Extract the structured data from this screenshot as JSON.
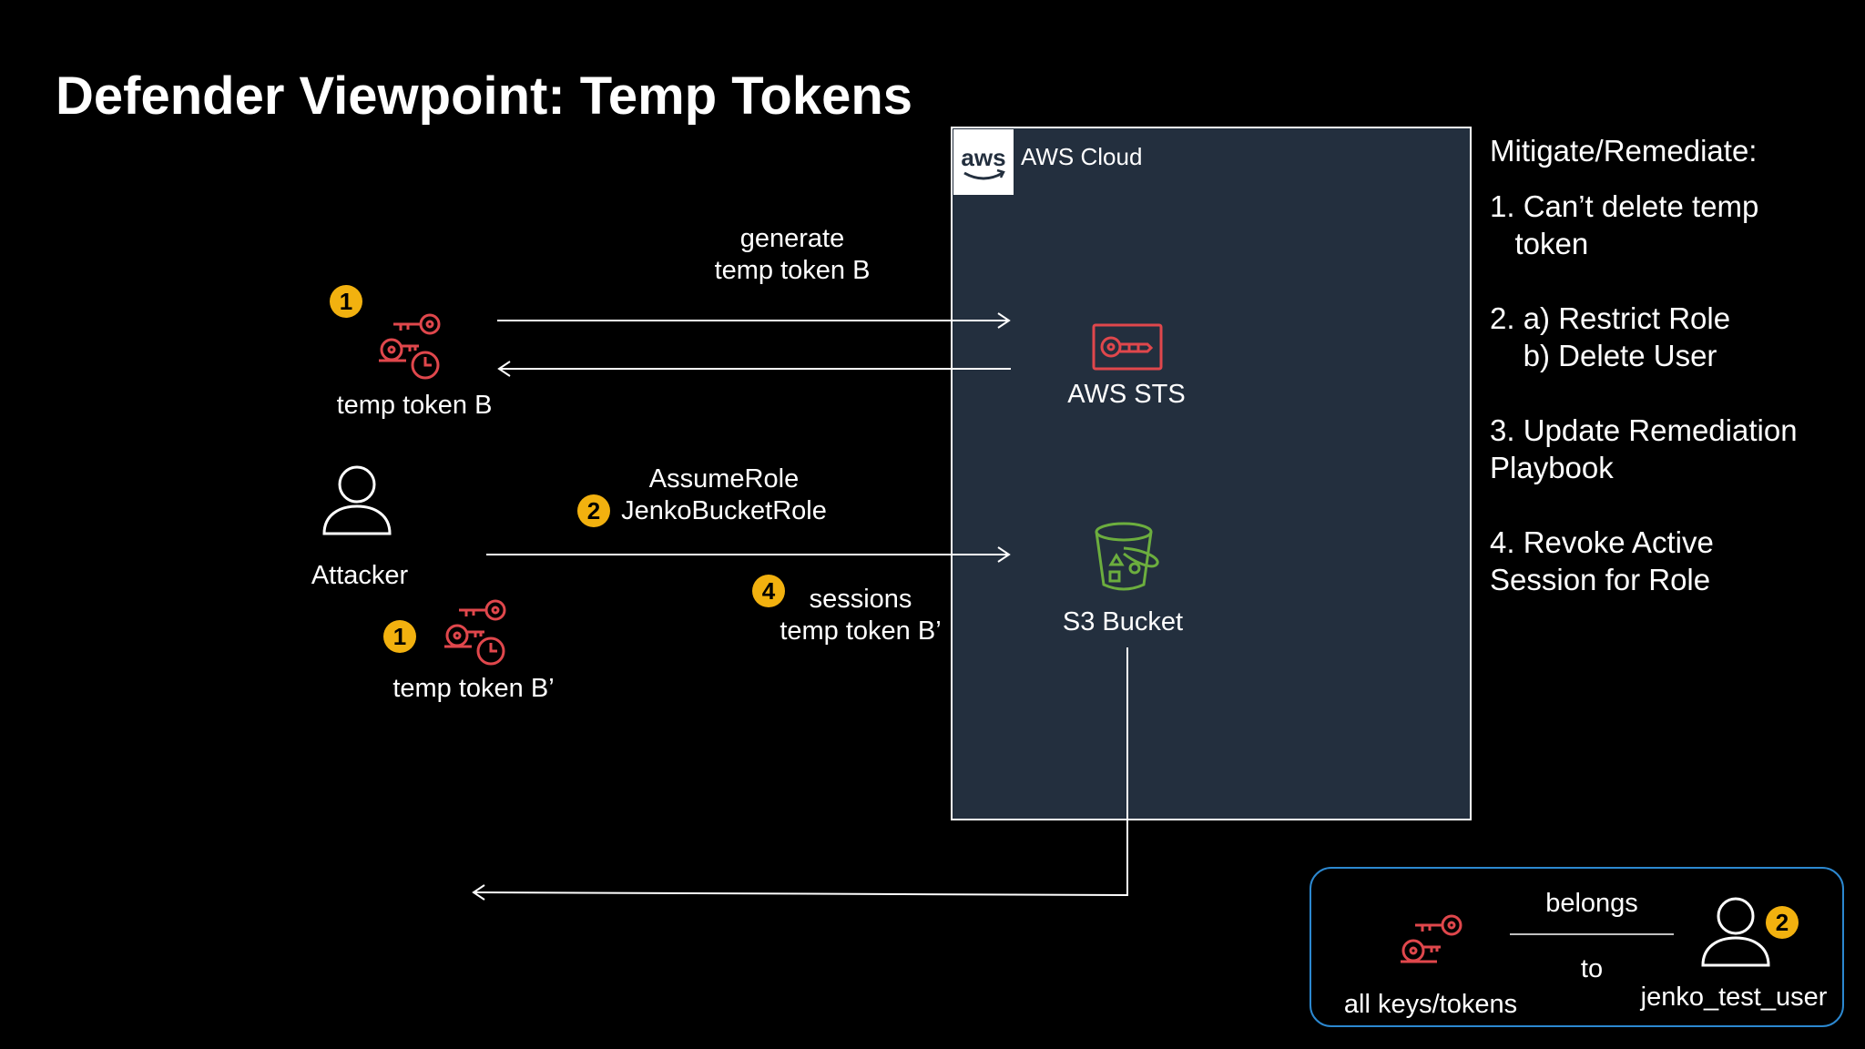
{
  "title": "Defender Viewpoint: Temp Tokens",
  "cloud": {
    "title": "AWS Cloud"
  },
  "services": {
    "sts": "AWS STS",
    "s3": "S3 Bucket"
  },
  "actors": {
    "temp_token_b": "temp token B",
    "attacker": "Attacker",
    "temp_token_b_prime": "temp token B’"
  },
  "arrows": {
    "generate_line1": "generate",
    "generate_line2": "temp token B",
    "assume_line1": "AssumeRole",
    "assume_line2": "JenkoBucketRole",
    "sessions_line1": "sessions",
    "sessions_line2": "temp token B’"
  },
  "badges": {
    "token_b": "1",
    "assume": "2",
    "token_b_prime": "1",
    "sessions": "4",
    "legend_user": "2"
  },
  "remediation": {
    "heading": "Mitigate/Remediate:",
    "items": [
      "1. Can’t delete temp\n   token",
      "2. a) Restrict Role\n    b) Delete User",
      "3. Update Remediation\nPlaybook",
      "4. Revoke Active\nSession for Role"
    ]
  },
  "legend": {
    "keys_label": "all keys/tokens",
    "belongs": "belongs",
    "to": "to",
    "user_label": "jenko_test_user"
  },
  "colors": {
    "token_icon": "#e0474c",
    "s3_icon": "#6cae3e",
    "badge": "#f2b10f",
    "cloud_bg": "#232f3e",
    "legend_border": "#2c88d0"
  },
  "icons": {
    "token": "key-clock-icon",
    "attacker": "user-icon",
    "sts": "key-card-icon",
    "s3": "bucket-icon",
    "aws": "aws-logo-icon"
  }
}
